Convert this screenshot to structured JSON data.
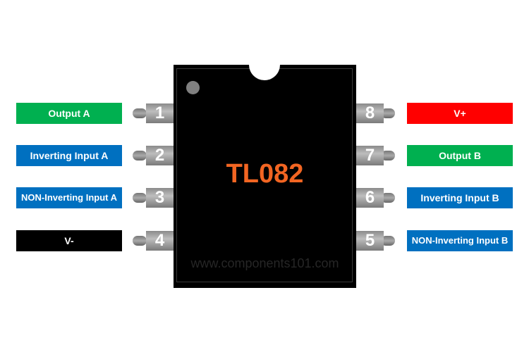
{
  "chip": {
    "name": "TL082",
    "watermark": "www.components101.com"
  },
  "colors": {
    "green": "#00b050",
    "blue": "#0070c0",
    "black": "#000000",
    "red": "#ff0000",
    "name": "#f26522"
  },
  "left_pins": [
    {
      "num": "1",
      "label": "Output A",
      "color": "#00b050"
    },
    {
      "num": "2",
      "label": "Inverting Input A",
      "color": "#0070c0"
    },
    {
      "num": "3",
      "label": "NON-Inverting Input A",
      "color": "#0070c0"
    },
    {
      "num": "4",
      "label": "V-",
      "color": "#000000"
    }
  ],
  "right_pins": [
    {
      "num": "8",
      "label": "V+",
      "color": "#ff0000"
    },
    {
      "num": "7",
      "label": "Output B",
      "color": "#00b050"
    },
    {
      "num": "6",
      "label": "Inverting Input B",
      "color": "#0070c0"
    },
    {
      "num": "5",
      "label": "NON-Inverting Input B",
      "color": "#0070c0"
    }
  ]
}
